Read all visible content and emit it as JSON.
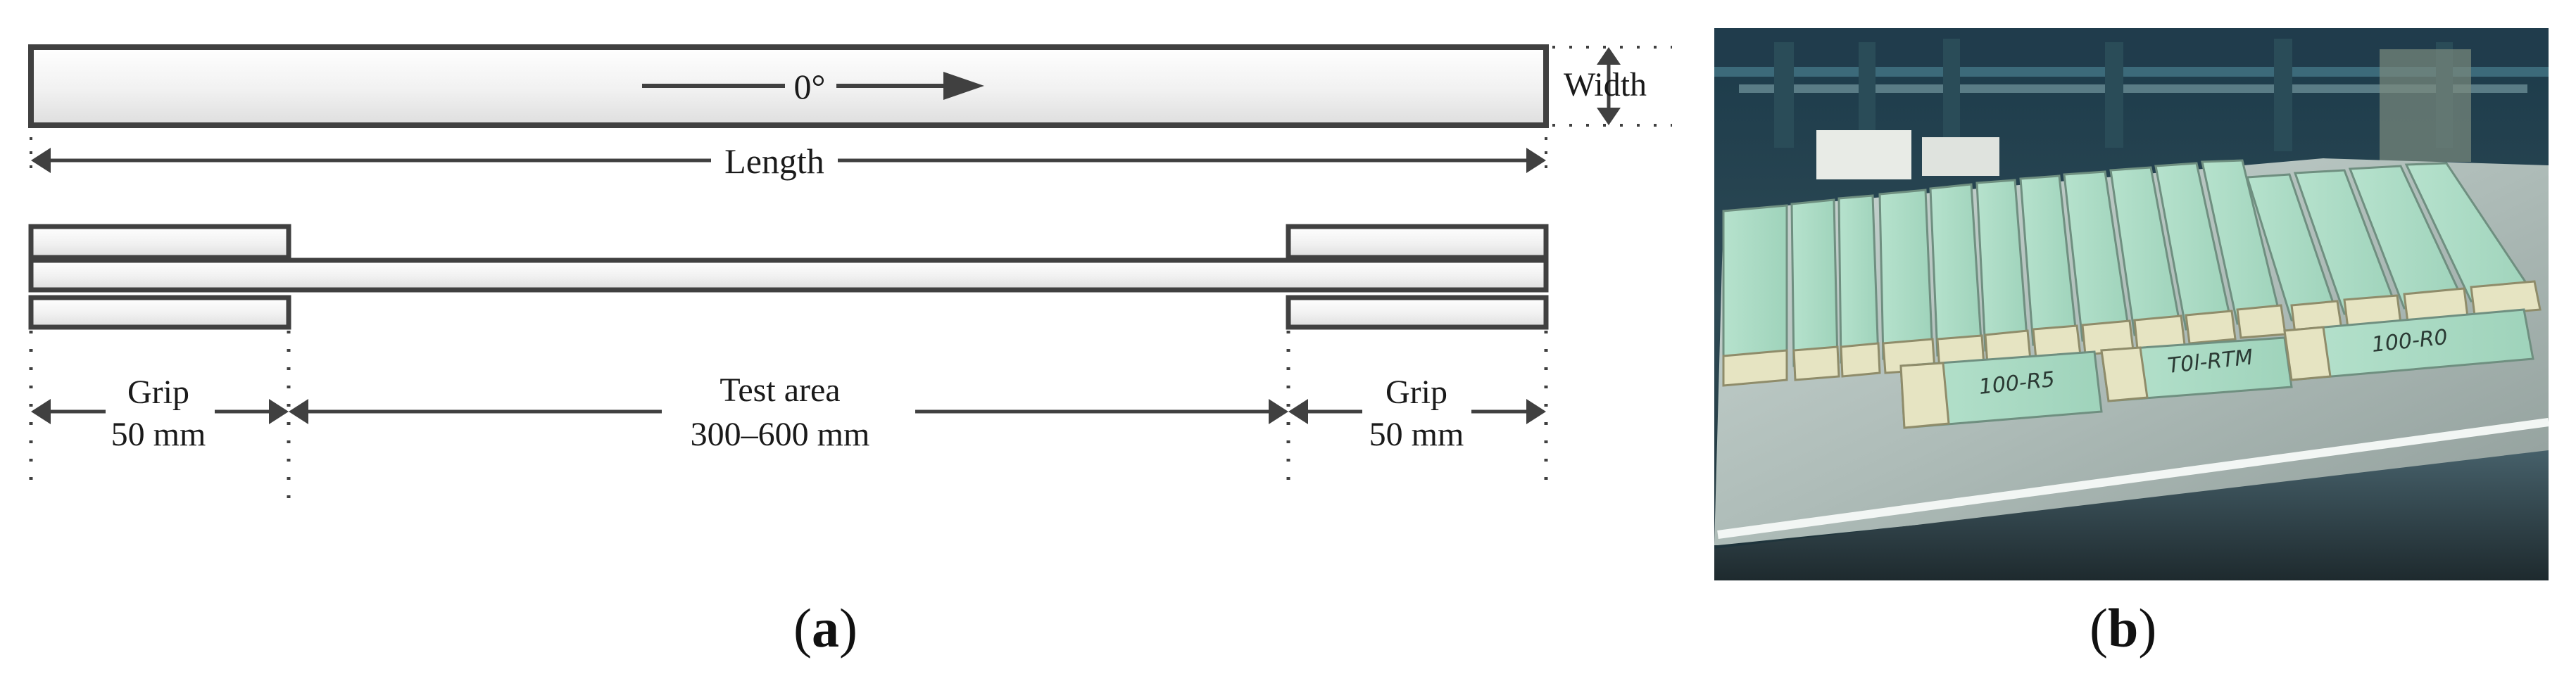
{
  "panel_a": {
    "direction_label": "0°",
    "width_label": "Width",
    "length_label": "Length",
    "grip_left": {
      "name": "Grip",
      "size": "50 mm"
    },
    "test_area": {
      "name": "Test area",
      "size": "300–600 mm"
    },
    "grip_right": {
      "name": "Grip",
      "size": "50 mm"
    },
    "caption_letter": "a"
  },
  "panel_b": {
    "caption_letter": "b",
    "specimen_markings": [
      "100-R5",
      "T0l-RTM",
      "100-R0"
    ]
  },
  "colors": {
    "line": "#404040",
    "bar_fill_top": "#f4f4f4",
    "bar_fill_bottom": "#e2e2e2",
    "specimen_green": "#a9dcc4",
    "tab_beige": "#e6e4c2"
  }
}
